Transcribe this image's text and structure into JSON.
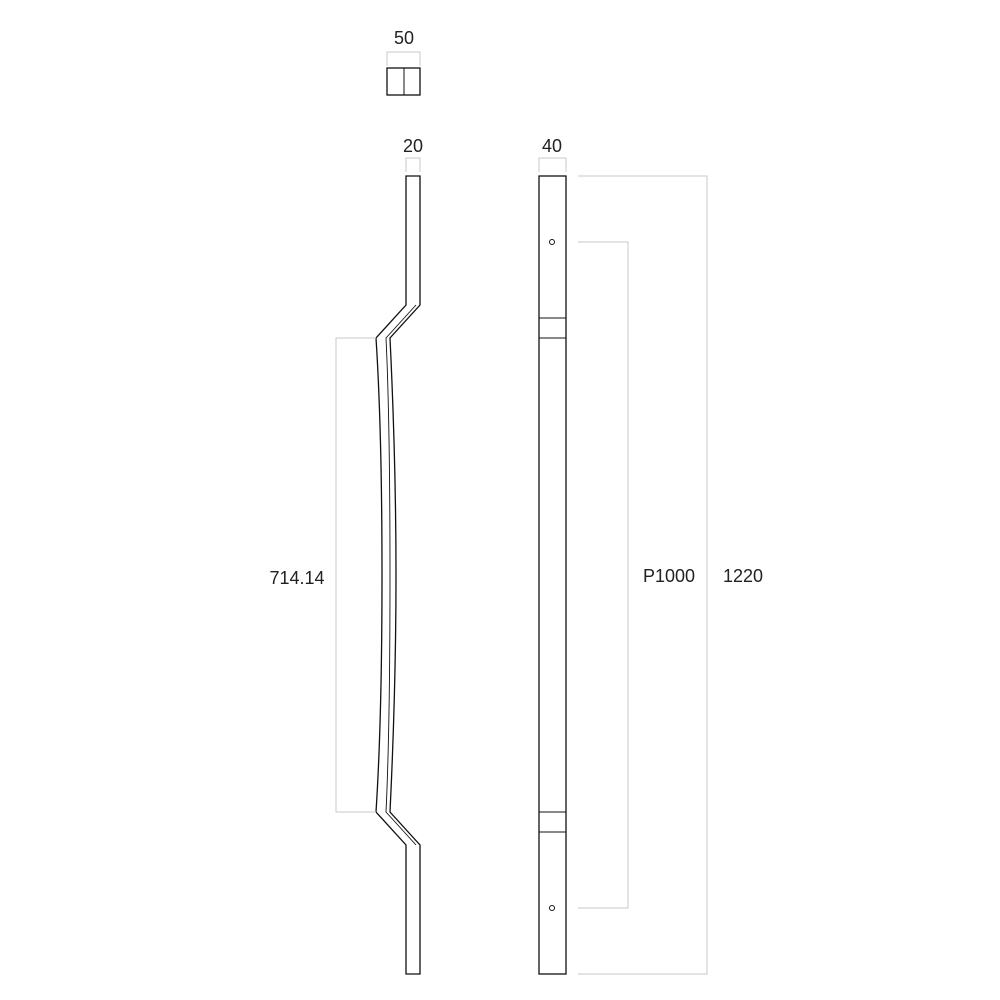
{
  "dimensions": {
    "section_width": "50",
    "side_profile_width": "20",
    "front_width": "40",
    "grip_length": "714.14",
    "hole_pitch": "P1000",
    "overall_length": "1220"
  },
  "colors": {
    "outline": "#111111",
    "dimension_line": "#c8c8c8",
    "text": "#222222",
    "background": "#ffffff"
  }
}
